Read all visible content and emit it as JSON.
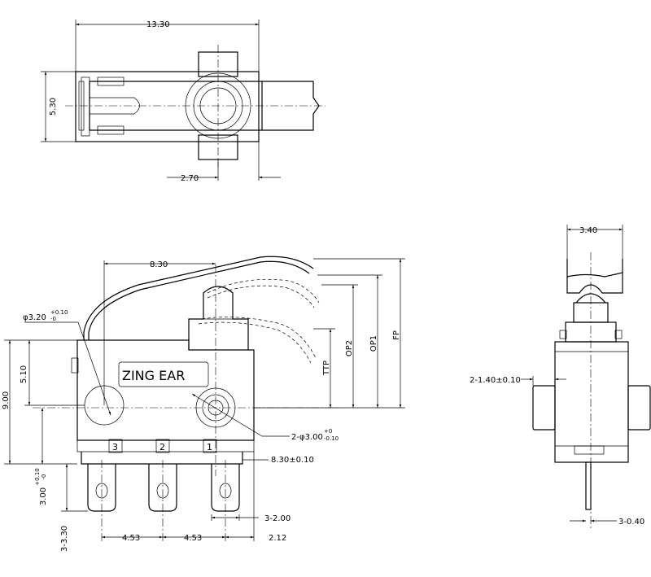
{
  "top_view": {
    "width_dim": "13.30",
    "height_dim": "5.30",
    "offset_dim": "2.70"
  },
  "side_view": {
    "brand": "ZING EAR",
    "dims": {
      "lever_dim": "8.30",
      "hole_small": "φ3.20",
      "hole_small_tol": "+0.10",
      "hole_small_tol2": "-0",
      "height_a": "5.10",
      "height_b": "9.00",
      "terminal_h": "3.00",
      "terminal_h_tol": "+0.10",
      "terminal_h_tol2": "-0",
      "terminal_spacing_label": "3-3.30",
      "pitch_1": "4.53",
      "pitch_2": "4.53",
      "edge": "2.12",
      "terminal_width": "3-2.00",
      "hole_pitch": "8.30±0.10",
      "hole_large": "2-φ3.00",
      "hole_large_tol": "+0",
      "hole_large_tol2": "-0.10",
      "ttp": "TTP",
      "op2": "OP2",
      "op1": "OP1",
      "fp": "FP"
    },
    "pins": [
      "3",
      "2",
      "1"
    ]
  },
  "end_view": {
    "top_dim": "3.40",
    "side_dim": "2-1.40±0.10",
    "bottom_dim": "3-0.40"
  }
}
